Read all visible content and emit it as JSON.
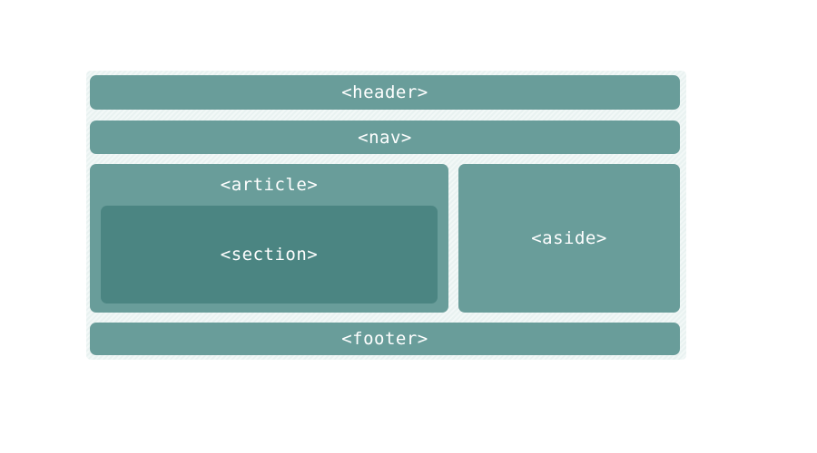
{
  "diagram": {
    "title": "html5-semantic-layout-diagram",
    "blocks": {
      "header": {
        "label": "<header>"
      },
      "nav": {
        "label": "<nav>"
      },
      "article": {
        "label": "<article>"
      },
      "section": {
        "label": "<section>"
      },
      "aside": {
        "label": "<aside>"
      },
      "footer": {
        "label": "<footer>"
      }
    },
    "colors": {
      "block_teal": "#699d9a",
      "section_teal_dark": "#4b8582",
      "panel_background": "#eef5f4",
      "label_text": "#ffffff",
      "page_background": "#ffffff"
    }
  }
}
